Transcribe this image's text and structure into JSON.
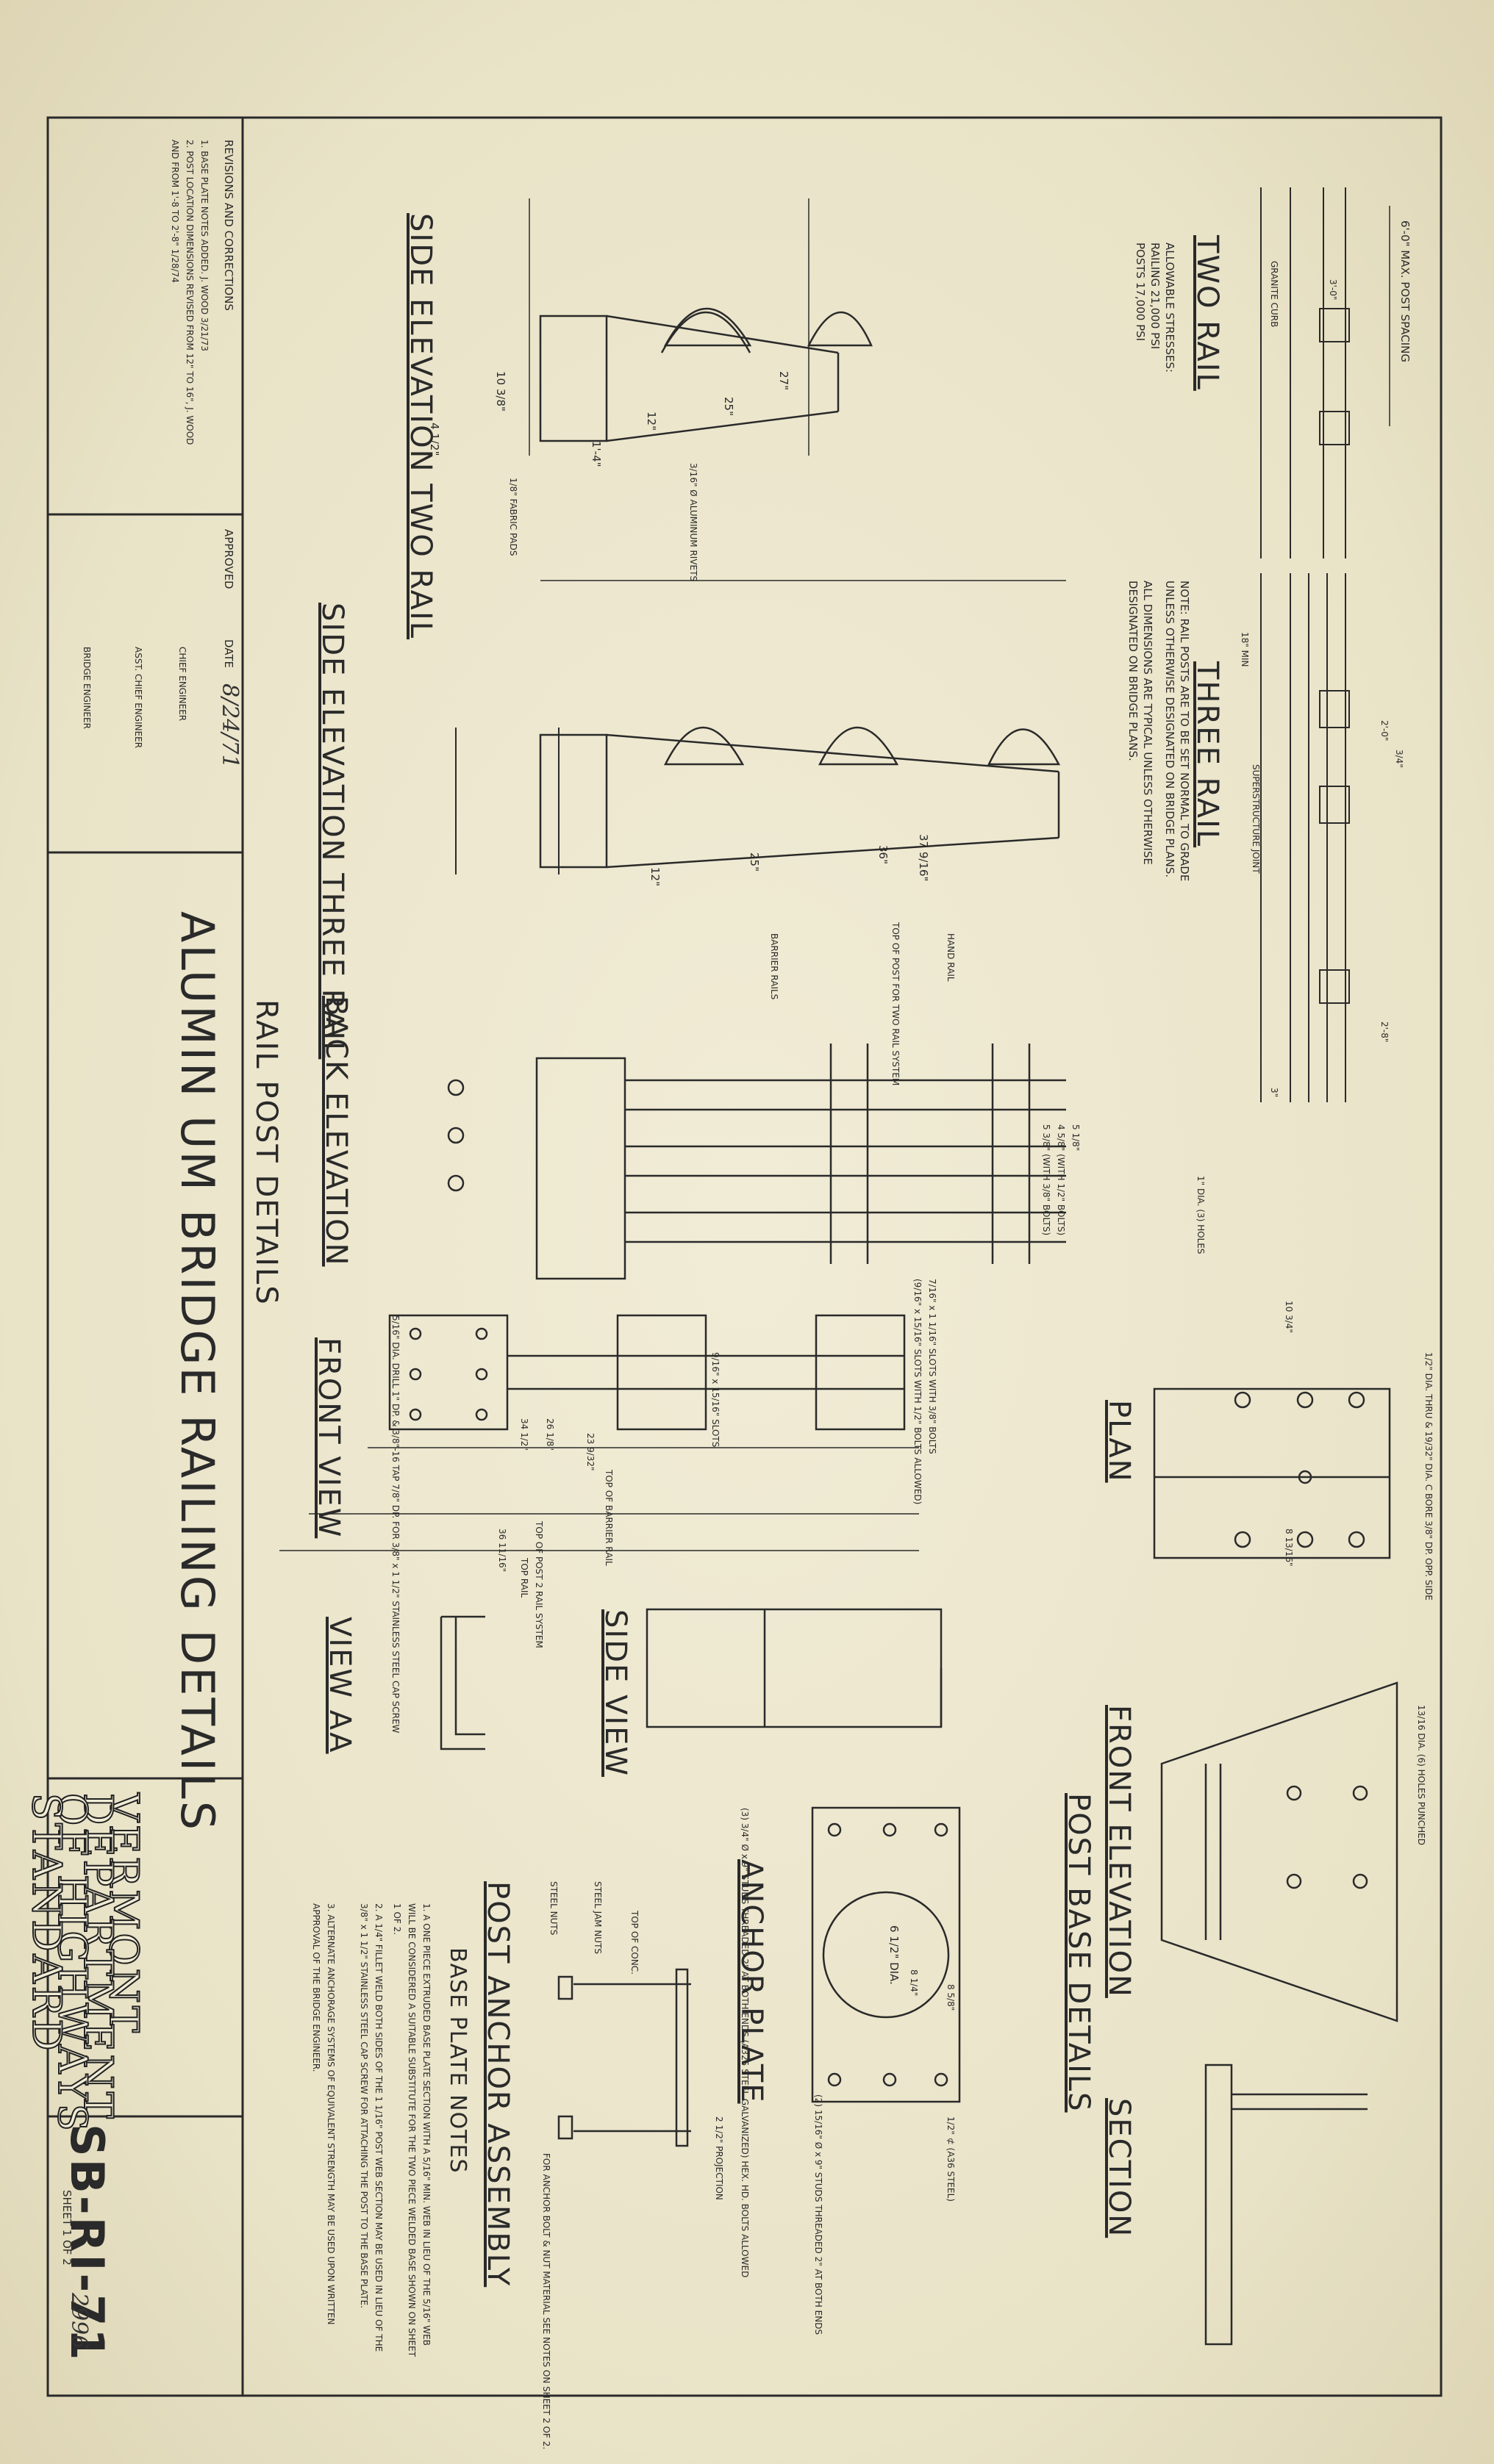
{
  "title": {
    "main": "ALUMIN UM BRIDGE RAILING DETAILS",
    "block": "RAIL POST DETAILS"
  },
  "department": {
    "line1": "VERMONT",
    "line2": "DEPARTMENT",
    "line3": "OF HIGHWAYS",
    "line4": "STANDARD"
  },
  "sheet": {
    "number": "SB-RI-71",
    "sheet_of": "SHEET 1 OF 2",
    "note": "2996"
  },
  "revisions": {
    "heading": "REVISIONS AND CORRECTIONS",
    "items": [
      "1. BASE PLATE NOTES ADDED. J. WOOD 3/21/73",
      "2. POST LOCATION DIMENSIONS REVISED FROM 12\" TO 16\", J. WOOD",
      "AND FROM 1'-8 TO 2'-8\" 1/28/74"
    ]
  },
  "approval": {
    "approved": "APPROVED",
    "date_label": "DATE",
    "date": "8/24/71",
    "chief": "CHIEF ENGINEER",
    "asst": "ASST. CHIEF ENGINEER",
    "bridge": "BRIDGE ENGINEER"
  },
  "views": {
    "two_rail": "TWO RAIL",
    "three_rail": "THREE RAIL",
    "side_two": "SIDE ELEVATION TWO RAIL",
    "side_three": "SIDE ELEVATION THREE RAIL",
    "back": "BACK ELEVATION",
    "front": "FRONT VIEW",
    "plan": "PLAN",
    "front_elev": "FRONT ELEVATION",
    "post_base": "POST BASE DETAILS",
    "section": "SECTION",
    "side_view": "SIDE VIEW",
    "view_aa": "VIEW AA",
    "anchor_plate": "ANCHOR PLATE",
    "post_anchor": "POST ANCHOR ASSEMBLY",
    "base_notes": "BASE PLATE NOTES"
  },
  "notes": {
    "stresses": "ALLOWABLE STRESSES:",
    "railing": "RAILING 21,000 PSI",
    "posts": "POSTS 17,000 PSI",
    "granite_curb": "GRANITE CURB",
    "post_spacing": "6'-0\" MAX. POST SPACING",
    "rail_note1": "NOTE: RAIL POSTS ARE TO BE SET NORMAL TO GRADE",
    "rail_note2": "UNLESS OTHERWISE DESIGNATED ON BRIDGE PLANS.",
    "rail_note3": "ALL DIMENSIONS ARE TYPICAL UNLESS OTHERWISE",
    "rail_note4": "DESIGNATED ON BRIDGE PLANS.",
    "superstructure_joint": "SUPERSTRUCTURE JOINT",
    "hand_rail": "HAND RAIL",
    "top_of_post": "TOP OF POST FOR TWO RAIL SYSTEM",
    "barrier_rails": "BARRIER RAILS",
    "rivets": "3/16\" Ø ALUMINUM RIVETS",
    "fabric_pads": "1/8\" FABRIC PADS",
    "holes_1in": "1\" DIA. (3) HOLES",
    "bore": "1/2\" DIA. THRU & 19/32\" DIA. C BORE 3/8\" DP. OPP. SIDE",
    "holes_813": "13/16 DIA. (6) HOLES PUNCHED",
    "slots_a": "7/16\" x 1 1/16\" SLOTS WITH 3/8\" BOLTS",
    "slots_b": "(9/16\" x 15/16\" SLOTS WITH 1/2\" BOLTS ALLOWED)",
    "slots_c": "9/16\" x 15/16\" SLOTS",
    "drill": "5/16\" DIA. DRILL 1\" DP. & 3/8\"-16 TAP 7/8\" DP. FOR 3/8\" x 1 1/2\" STAINLESS STEEL CAP SCREW",
    "top_barrier": "TOP OF BARRIER RAIL",
    "top_post2": "TOP OF POST 2 RAIL SYSTEM",
    "top_rail": "TOP RAIL",
    "studs": "(3) 3/4\" Ø x 9\" STUDS THREADED 2\" AT BOTH ENDS (A325 STEEL GALVANIZED) HEX. HD. BOLTS ALLOWED",
    "studs2": "(2) 15/16\" Ø x 9\" STUDS THREADED 2\" AT BOTH ENDS",
    "projection": "2 1/2\" PROJECTION",
    "top_conc": "TOP OF CONC.",
    "jam_nuts": "STEEL JAM NUTS",
    "steel_nuts": "STEEL NUTS",
    "anchor_bolt": "FOR ANCHOR BOLT & NUT MATERIAL SEE NOTES ON SHEET 2 OF 2.",
    "a36": "1/2\" ⊄ (A36 STEEL)",
    "base_note1": "1. A ONE PIECE EXTRUDED BASE PLATE SECTION WITH A 5/16\" MIN. WEB IN LIEU OF THE 5/16\" WEB WILL BE CONSIDERED A SUITABLE SUBSTITUTE FOR THE TWO PIECE WELDED BASE SHOWN ON SHEET 1 OF 2.",
    "base_note2": "2. A 1/4\" FILLET WELD BOTH SIDES OF THE 1 1/16\" POST WEB SECTION MAY BE USED IN LIEU OF THE 3/8\" x 1 1/2\" STAINLESS STEEL CAP SCREW FOR ATTACHING THE POST TO THE BASE PLATE.",
    "base_note3": "3. ALTERNATE ANCHORAGE SYSTEMS OF EQUIVALENT STRENGTH MAY BE USED UPON WRITTEN APPROVAL OF THE BRIDGE ENGINEER."
  },
  "dims": {
    "d27": "27\"",
    "d25": "25\"",
    "d12": "12\"",
    "d1_4": "1'-4\"",
    "d10_38": "10 3/8\"",
    "d4_12": "4 1/2\"",
    "d37": "37 9/16\"",
    "d36": "36\"",
    "d25b": "25\"",
    "d12b": "12\"",
    "d3_0": "3'-0\"",
    "d2_0": "2'-0\"",
    "d2_8": "2'-8\"",
    "d3_4": "3/4\"",
    "d18min": "18\" MIN",
    "d3": "3\"",
    "d5_18": "5 1/8\"",
    "d4_58": "4 5/8\" (WITH 1/2\" BOLTS)",
    "d5_38": "5 3/8\" (WITH 3/8\" BOLTS)",
    "d23_932": "23 9/32\"",
    "d26_18": "26 1/8\"",
    "d34_12": "34 1/2\"",
    "d36_1116": "36 11/16\"",
    "d10_34": "10 3/4\"",
    "d8_1316": "8 13/16\"",
    "d8_14": "8 1/4\"",
    "d8_58": "8 5/8\"",
    "d6_12": "6 1/2\" DIA."
  }
}
